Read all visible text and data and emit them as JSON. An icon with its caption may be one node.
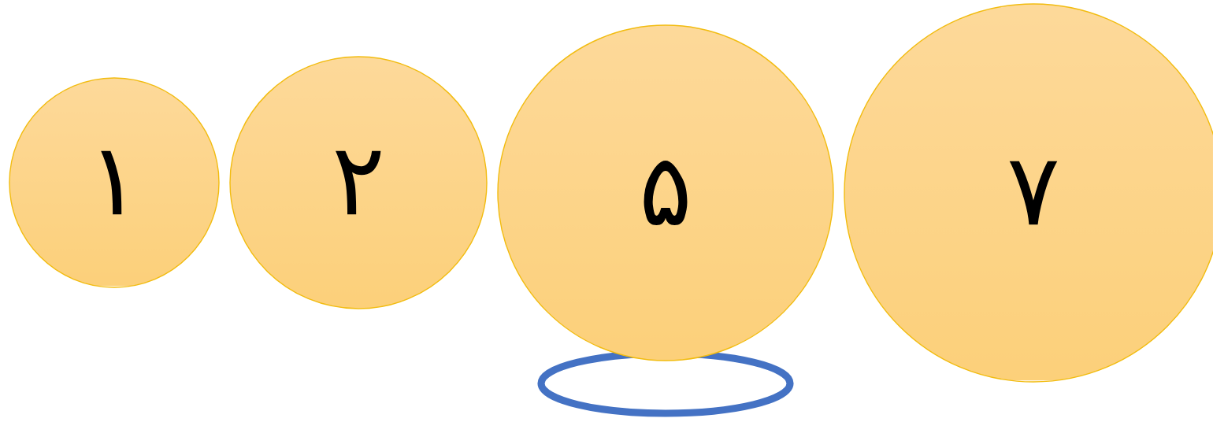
{
  "diagram": {
    "nodes": [
      {
        "text": [
          "۱"
        ]
      },
      {
        "text": [
          "۲"
        ]
      },
      {
        "text": [
          "۵"
        ]
      },
      {
        "text": [
          "۷"
        ]
      },
      {
        "text": [],
        "shape": "ellipse"
      }
    ]
  }
}
